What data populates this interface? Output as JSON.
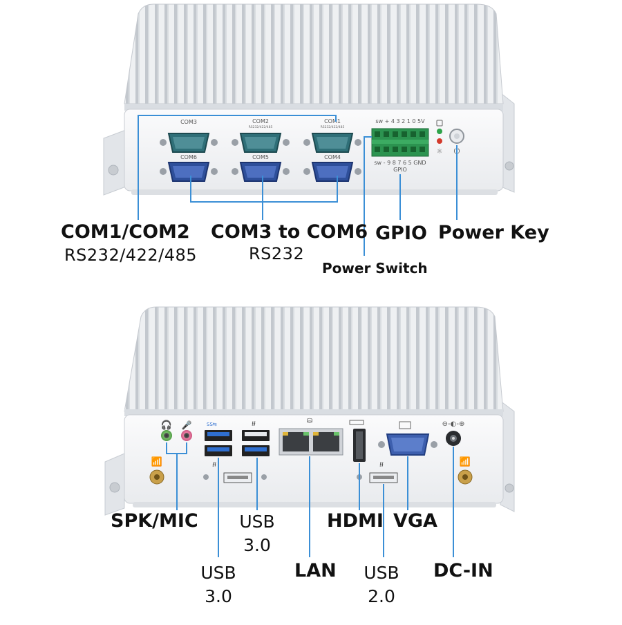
{
  "top_panel": {
    "port_labels": {
      "com1": "COM1",
      "com1_sub": "RS232/422/485",
      "com2": "COM2",
      "com2_sub": "RS232/422/485",
      "com3": "COM3",
      "com4": "COM4",
      "com5": "COM5",
      "com6": "COM6",
      "gpio_top": "sw + 4  3  2  1  0  5V",
      "gpio_bottom": "sw - 9  8  7  6  5  GND",
      "gpio": "GPIO"
    },
    "callouts": {
      "com12": "COM1/COM2",
      "com12_sub": "RS232/422/485",
      "com36": "COM3 to COM6",
      "com36_sub": "RS232",
      "gpio": "GPIO",
      "power_key": "Power Key",
      "power_switch": "Power Switch"
    }
  },
  "bottom_panel": {
    "port_labels": {
      "usb3_logo": "SS⇆"
    },
    "callouts": {
      "spk_mic": "SPK/MIC",
      "usb30_a_line1": "USB",
      "usb30_a_line2": "3.0",
      "usb30_b_line1": "USB",
      "usb30_b_line2": "3.0",
      "lan": "LAN",
      "hdmi": "HDMI",
      "vga": "VGA",
      "usb20_line1": "USB",
      "usb20_line2": "2.0",
      "dc_in": "DC-IN"
    }
  },
  "colors": {
    "callout_line": "#3b8fd6",
    "chassis": "#f2f3f5",
    "fins_dark": "#b9bec5",
    "fins_light": "#e3e6ea",
    "db9_blue_green": "#3b7d86",
    "db9_blue": "#3d5fae",
    "usb3_blue": "#2f6fd0",
    "terminal_green": "#2f9a55"
  }
}
